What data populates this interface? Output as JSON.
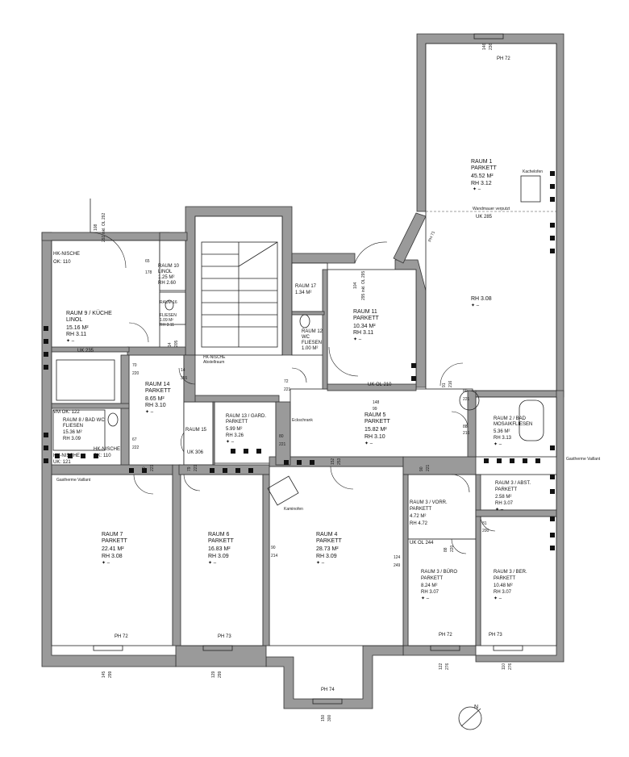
{
  "rooms": {
    "r1": {
      "lines": [
        "RAUM 1",
        "PARKETT",
        "45.52 M²",
        "RH 3.12"
      ]
    },
    "r1b": {
      "lines": [
        "RH 3.08"
      ]
    },
    "r2": {
      "lines": [
        "RAUM 2 / BAD",
        "MOSAIKFLIESEN",
        "5.36 M²",
        "RH 3.13"
      ]
    },
    "r3a": {
      "lines": [
        "RAUM 3 / ABST.",
        "PARKETT",
        "2.58 M²",
        "RH 3.07"
      ]
    },
    "r3v": {
      "lines": [
        "RAUM 3 / VORR.",
        "PARKETT",
        "4.72 M²",
        "RH 4.72"
      ]
    },
    "r3b": {
      "lines": [
        "RAUM 3 / BÜRO",
        "PARKETT",
        "8.24 M²",
        "RH 3.07"
      ]
    },
    "r3s": {
      "lines": [
        "RAUM 3 / BER.",
        "PARKETT",
        "10.48 M²",
        "RH 3.07"
      ]
    },
    "r4": {
      "lines": [
        "RAUM 4",
        "PARKETT",
        "28.73 M²",
        "RH 3.09"
      ]
    },
    "r5": {
      "lines": [
        "RAUM 5",
        "PARKETT",
        "15.82 M²",
        "RH 3.10"
      ]
    },
    "r6": {
      "lines": [
        "RAUM 6",
        "PARKETT",
        "16.83 M²",
        "RH 3.09"
      ]
    },
    "r7": {
      "lines": [
        "RAUM 7",
        "PARKETT",
        "22.41 M²",
        "RH 3.08"
      ]
    },
    "r8": {
      "lines": [
        "RAUM 8 / BAD WC",
        "FLIESEN",
        "15.36 M²",
        "RH 3.09"
      ]
    },
    "r9": {
      "lines": [
        "RAUM 9 / KÜCHE",
        "LINOL",
        "15.16 M²",
        "RH 3.11"
      ]
    },
    "r10": {
      "lines": [
        "RAUM 10",
        "LINOL",
        "1.25 M²",
        "RH 2.60"
      ]
    },
    "r11": {
      "lines": [
        "RAUM 11",
        "PARKETT",
        "10.34 M²",
        "RH 3.11"
      ]
    },
    "r12": {
      "lines": [
        "RAUM 12",
        "WC",
        "FLIESEN",
        "1.00 M²"
      ]
    },
    "r13": {
      "lines": [
        "RAUM 13 / GARD.",
        "PARKETT",
        "5.99 M²",
        "RH 3.26"
      ]
    },
    "r14": {
      "lines": [
        "RAUM 14",
        "PARKETT",
        "8.65 M²",
        "RH 3.10"
      ]
    },
    "r15": {
      "lines": [
        "RAUM 15",
        "UK 306"
      ]
    },
    "r16": {
      "lines": [
        "RAUM 16",
        "FLIESEN",
        "1.09 M²",
        "RH 3.11"
      ]
    },
    "r17": {
      "lines": [
        "RAUM 17",
        "1.34 M²"
      ]
    }
  },
  "annotations": {
    "hk_nische_top": "HK-NISCHE",
    "ok_110_top": "OK: 110",
    "hk_nische_a": "HK-NISCHE",
    "hk_nische_b": "HK-NISCHE",
    "ok_110_b": "OK: 110",
    "vm_ok": "VM OK: 122",
    "uk_121": "UK: 121",
    "uk_235": "UK 235",
    "uk_285": "UK 285",
    "uk_ok_210": "UK OL 210",
    "uk_ok_244": "UK OL 244",
    "kachelofen": "Kachelofen",
    "kachel_verputzt": "Wandmauer verputzt",
    "gastherme_left": "Gastherme Vaillant",
    "gastherme_right": "Gastherme Vaillant",
    "kaminofen": "Kaminofen",
    "hk_nische_mid": "HK-NISCHE",
    "abstellraum": "Abstellraum",
    "eckschrank": "Eckschrank"
  },
  "parapets": {
    "ph_top": "PH 72",
    "ph_r7": "PH 72",
    "ph_r6": "PH 73",
    "ph_r4": "PH 74",
    "ph_r3b": "PH 72",
    "ph_r3s": "PH 73",
    "ph_r1": "PH 71"
  },
  "dimensions": {
    "d_top_1": "146",
    "d_top_2": "236",
    "d_r9_1": "108",
    "d_r9_2": "292 inkl. OL 292",
    "d_r10_1": "65",
    "d_r10_2": "178",
    "d_r11_1": "104",
    "d_r11_2": "295 inkl. OL 295",
    "d_70": "70",
    "d_220": "220",
    "d_14": "14",
    "d_205": "205",
    "d_67": "67",
    "d_222": "222",
    "d_80": "80",
    "d_221": "221",
    "d_80b": "80",
    "d_221b": "221",
    "d_148": "148",
    "d_99": "99",
    "d_152": "152",
    "d_253": "253",
    "d_90a": "90",
    "d_221c": "221",
    "d_79": "79",
    "d_221d": "221",
    "d_90b": "90",
    "d_214": "214",
    "d_124": "124",
    "d_249": "249",
    "d_88": "88",
    "d_220b": "220",
    "d_81": "81",
    "d_200": "200",
    "d_90c": "90",
    "d_221e": "221",
    "d_91": "91",
    "d_216": "216",
    "d_88b": "88",
    "d_216b": "216",
    "d_145": "145",
    "d_299": "299",
    "d_129": "129",
    "d_299b": "299",
    "d_150": "150",
    "d_300": "300",
    "d_122": "122",
    "d_276": "276",
    "d_110": "110",
    "d_276b": "276",
    "d_14b": "14",
    "d_355": "355",
    "d_72": "72",
    "d_221f": "221"
  },
  "north_label": "N"
}
